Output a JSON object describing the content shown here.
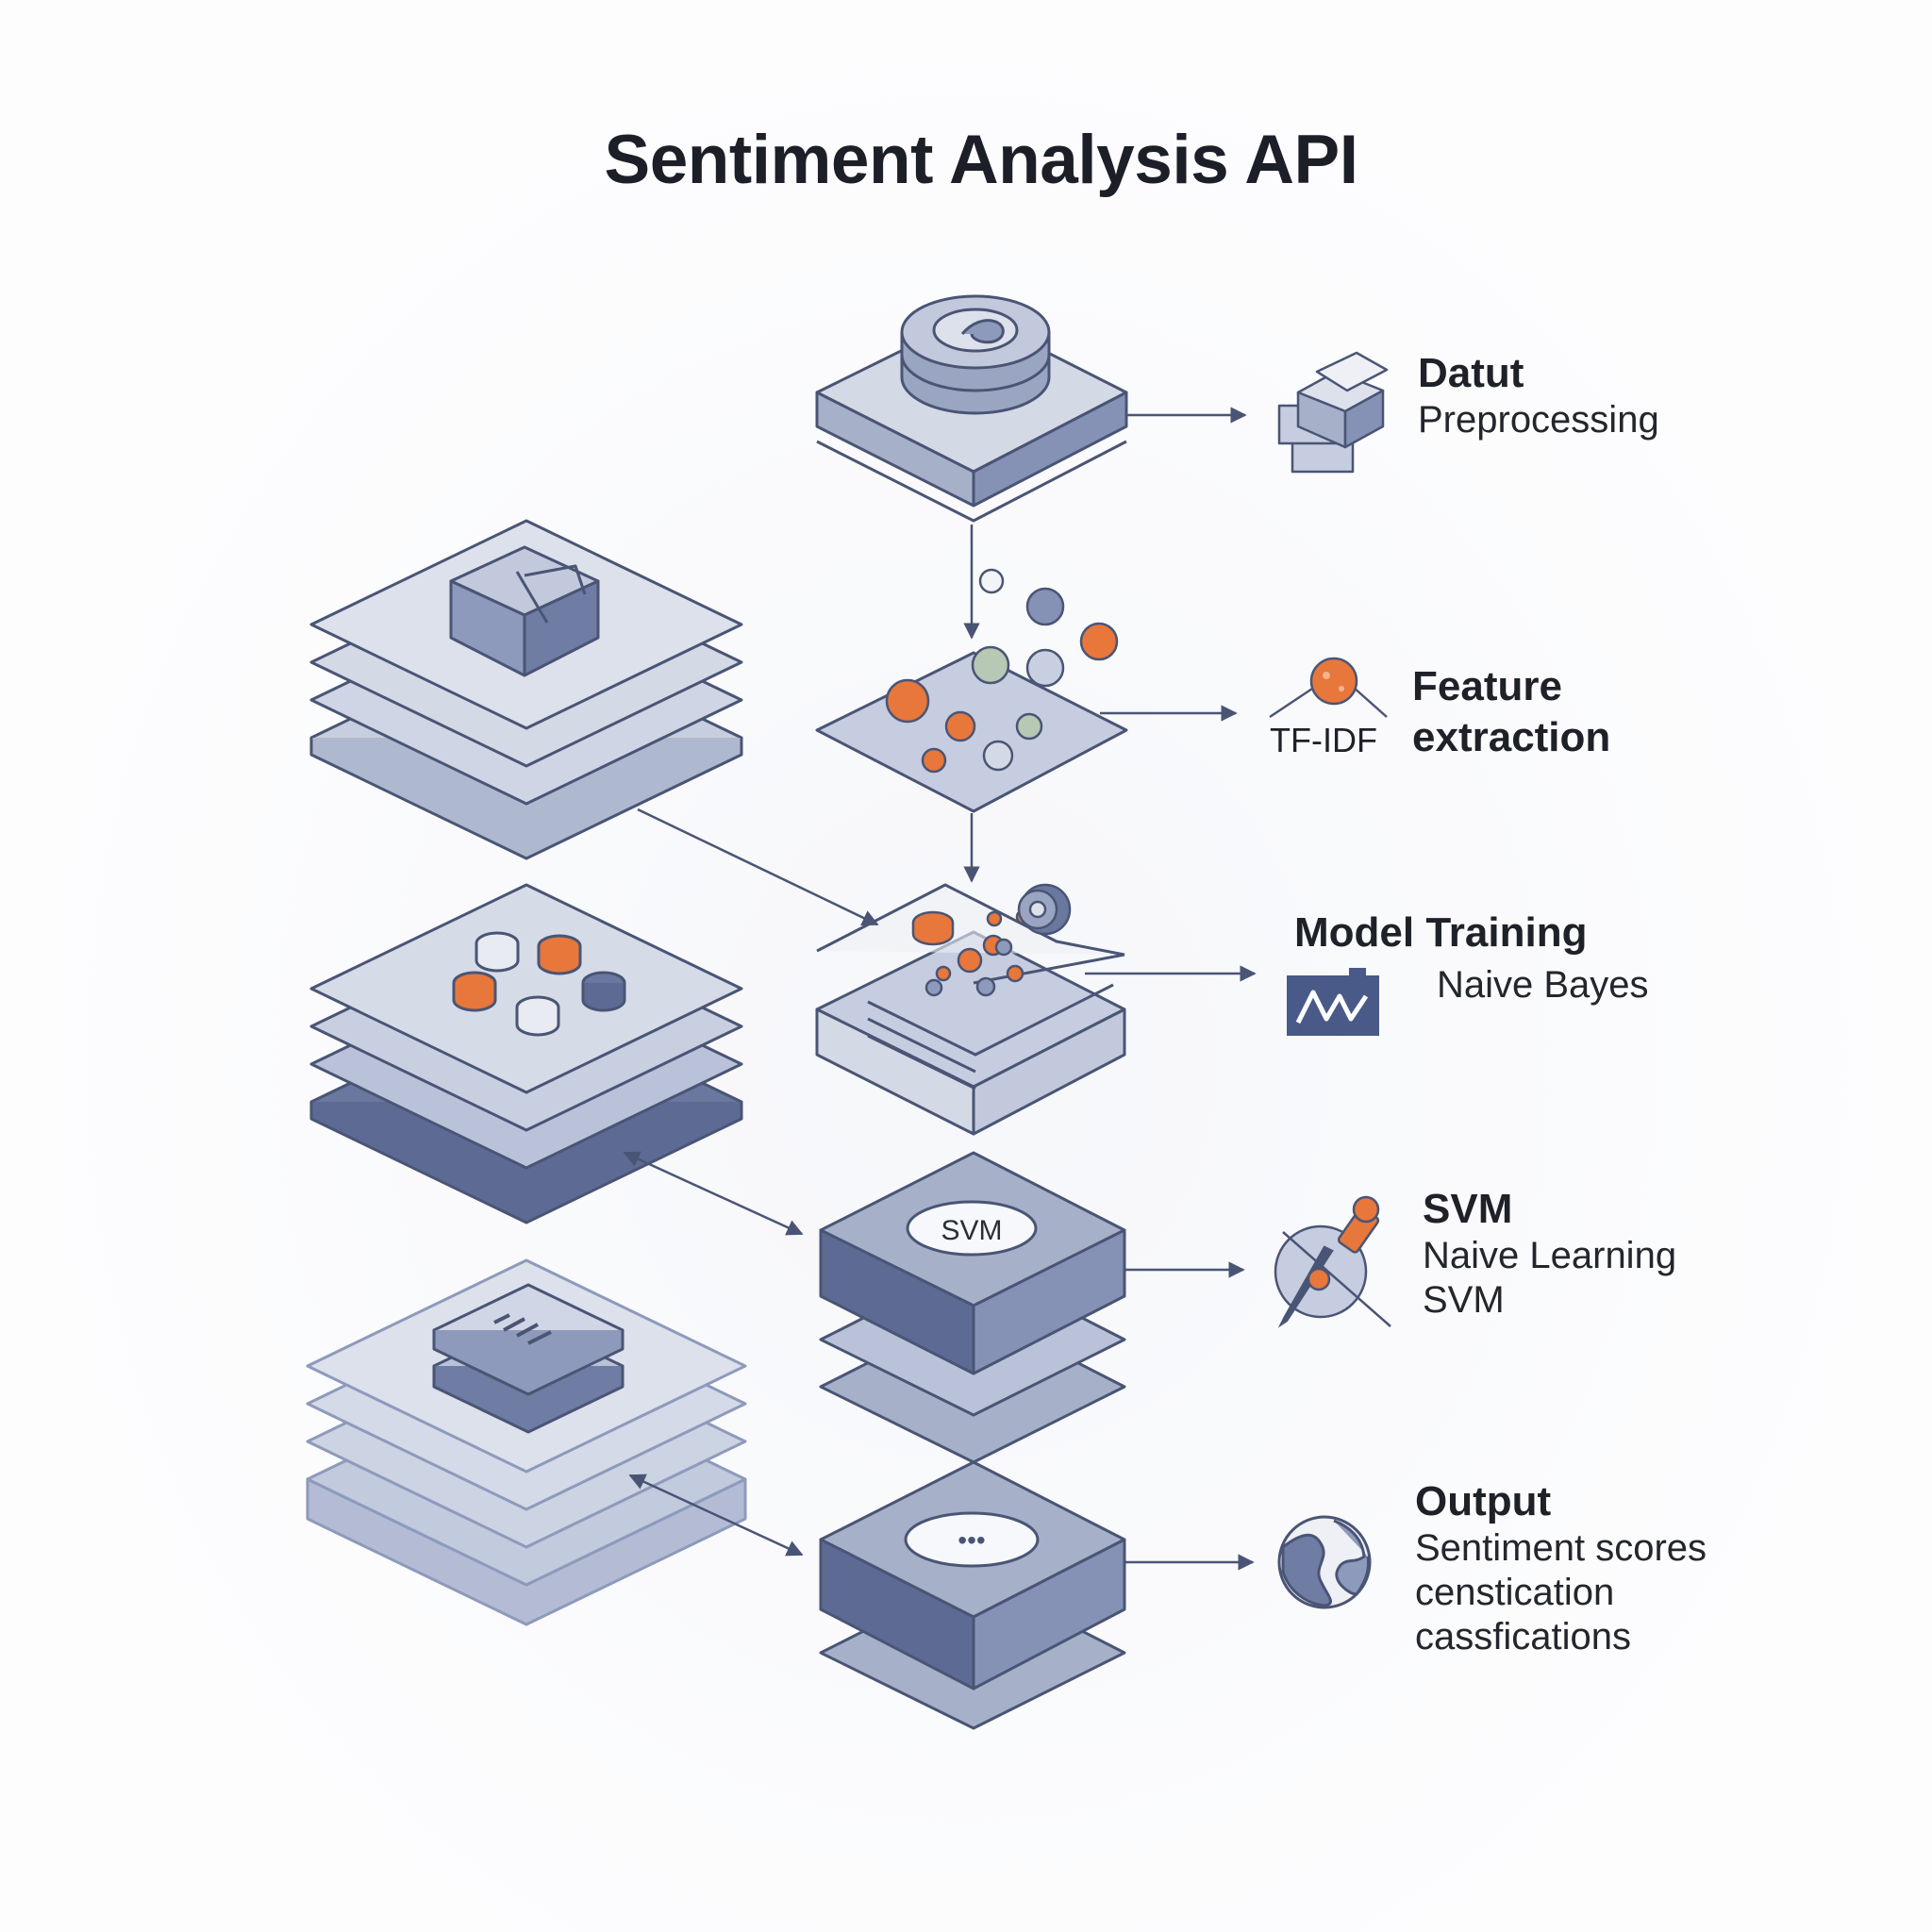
{
  "title": "Sentiment Analysis API",
  "colors": {
    "stroke": "#4a5575",
    "light_fill": "#d7dce8",
    "mid_fill": "#a6b0c9",
    "dark_fill": "#5d6b94",
    "accent_orange": "#e8773b",
    "accent_green": "#a9c2a4"
  },
  "stages": [
    {
      "id": "preprocessing",
      "heading": "Datut",
      "lines": [
        "Preprocessing"
      ],
      "icon": "stacked-boxes-icon"
    },
    {
      "id": "features",
      "heading": "Feature",
      "lines": [
        "extraction"
      ],
      "badge": "TF-IDF",
      "icon": "feature-node-icon"
    },
    {
      "id": "training",
      "heading": "Model Training",
      "lines": [
        "Naive Bayes"
      ],
      "icon": "waveform-icon"
    },
    {
      "id": "svm",
      "heading": "SVM",
      "lines": [
        "Naive Learning",
        "SVM"
      ],
      "icon": "tools-icon"
    },
    {
      "id": "output",
      "heading": "Output",
      "lines": [
        "Sentiment scores",
        "censtication",
        "cassfications"
      ],
      "icon": "globe-icon"
    }
  ],
  "block_labels": {
    "svm_box": "SVM",
    "output_box": "•••"
  }
}
